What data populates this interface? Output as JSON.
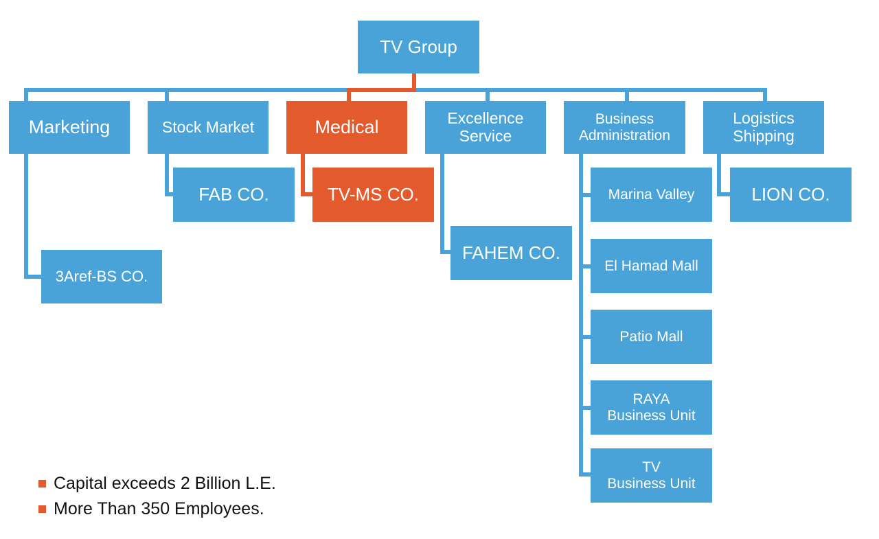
{
  "colors": {
    "primary": "#4aa3d8",
    "highlight": "#e35a2c"
  },
  "root": "TV Group",
  "divisions": {
    "marketing": {
      "label": "Marketing",
      "companies": [
        "3Aref-BS CO."
      ]
    },
    "stock_market": {
      "label": "Stock Market",
      "companies": [
        "FAB CO."
      ]
    },
    "medical": {
      "label": "Medical",
      "highlighted": true,
      "companies": [
        "TV-MS CO."
      ]
    },
    "excellence_service": {
      "label": "Excellence\nService",
      "companies": [
        "FAHEM CO."
      ]
    },
    "business_administration": {
      "label": "Business\nAdministration",
      "companies": [
        "Marina Valley",
        "El Hamad Mall",
        "Patio Mall",
        "RAYA\nBusiness Unit",
        "TV\nBusiness Unit"
      ]
    },
    "logistics_shipping": {
      "label": "Logistics\nShipping",
      "companies": [
        "LION CO."
      ]
    }
  },
  "notes": [
    "Capital exceeds 2 Billion L.E.",
    "More Than 350 Employees."
  ]
}
